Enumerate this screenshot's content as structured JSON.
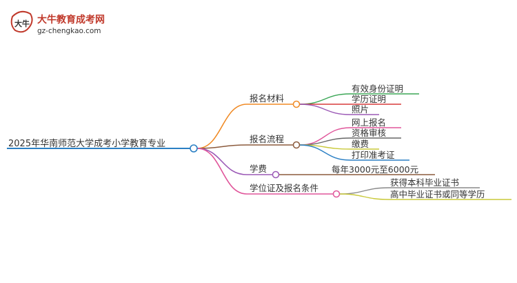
{
  "logo": {
    "title": "大牛教育成考网",
    "url": "gz-chengkao.com",
    "mark_text": "大牛"
  },
  "mindmap": {
    "root": "2025年华南师范大学成考小学教育专业",
    "branches": [
      {
        "label": "报名材料",
        "color": "#f08a24",
        "leaves": [
          {
            "label": "有效身份证明",
            "color": "#3aa655"
          },
          {
            "label": "学历证明",
            "color": "#d93a3a"
          },
          {
            "label": "照片",
            "color": "#9b59b6"
          }
        ]
      },
      {
        "label": "报名流程",
        "color": "#8b5a3c",
        "leaves": [
          {
            "label": "网上报名",
            "color": "#e0559a"
          },
          {
            "label": "资格审核",
            "color": "#666666"
          },
          {
            "label": "缴费",
            "color": "#c9c93a"
          },
          {
            "label": "打印准考证",
            "color": "#2a7fc4"
          }
        ]
      },
      {
        "label": "学费",
        "color": "#9b59b6",
        "leaves": [
          {
            "label": "每年3000元至6000元",
            "color": "#8b5a3c"
          }
        ]
      },
      {
        "label": "学位证及报名条件",
        "color": "#e0559a",
        "leaves": [
          {
            "label": "获得本科毕业证书",
            "color": "#888888"
          },
          {
            "label": "高中毕业证书或同等学历",
            "color": "#c9c93a"
          }
        ]
      }
    ],
    "root_color": "#2a7fc4"
  }
}
